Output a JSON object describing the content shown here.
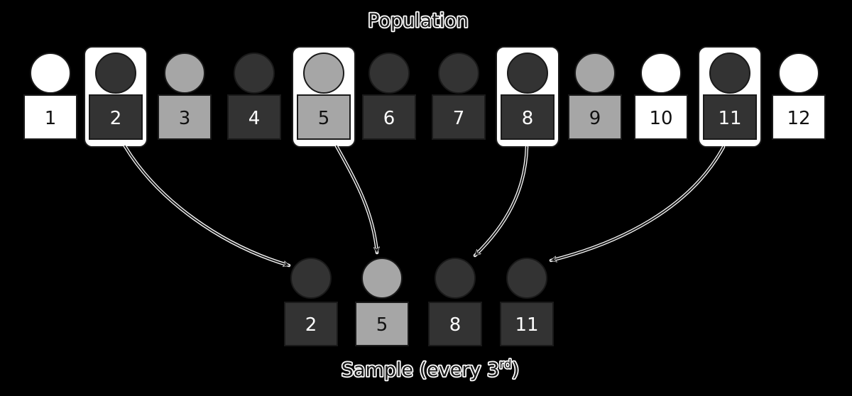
{
  "title": "Population",
  "caption": {
    "text": "Sample (every 3",
    "sup": "rd",
    "close": ")"
  },
  "colors": {
    "white": "#ffffff",
    "gray": "#a6a6a6",
    "dark": "#333333",
    "outline": "#1a1a1a",
    "background": "#000000"
  },
  "population": [
    {
      "id": "1",
      "shade": "white",
      "selected": false
    },
    {
      "id": "2",
      "shade": "dark",
      "selected": true
    },
    {
      "id": "3",
      "shade": "gray",
      "selected": false
    },
    {
      "id": "4",
      "shade": "dark",
      "selected": false
    },
    {
      "id": "5",
      "shade": "gray",
      "selected": true
    },
    {
      "id": "6",
      "shade": "dark",
      "selected": false
    },
    {
      "id": "7",
      "shade": "dark",
      "selected": false
    },
    {
      "id": "8",
      "shade": "dark",
      "selected": true
    },
    {
      "id": "9",
      "shade": "gray",
      "selected": false
    },
    {
      "id": "10",
      "shade": "white",
      "selected": false
    },
    {
      "id": "11",
      "shade": "dark",
      "selected": true
    },
    {
      "id": "12",
      "shade": "white",
      "selected": false
    }
  ],
  "sample": [
    {
      "id": "2",
      "shade": "dark"
    },
    {
      "id": "5",
      "shade": "gray"
    },
    {
      "id": "8",
      "shade": "dark"
    },
    {
      "id": "11",
      "shade": "dark"
    }
  ]
}
